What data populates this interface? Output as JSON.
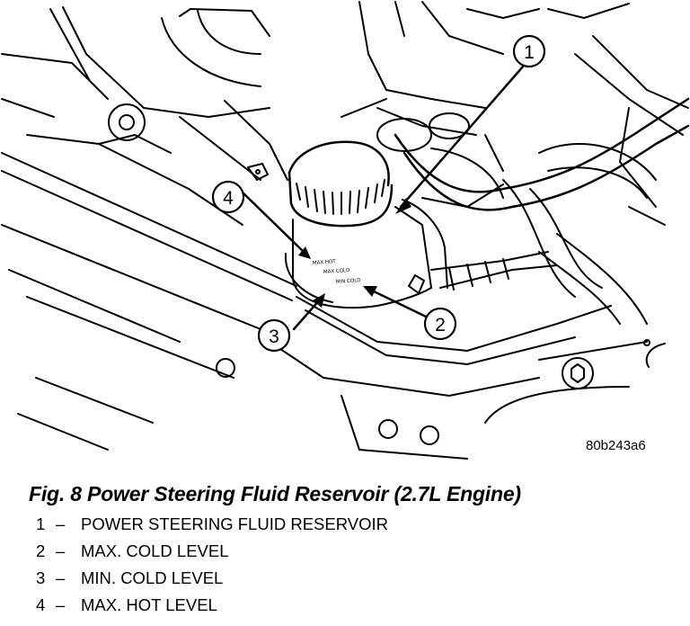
{
  "figure_code": "80b243a6",
  "caption": "Fig. 8 Power Steering Fluid Reservoir (2.7L Engine)",
  "callouts": [
    "1",
    "2",
    "3",
    "4"
  ],
  "reservoir_marks": [
    "MAX HOT",
    "MAX COLD",
    "MIN COLD"
  ],
  "legend": [
    {
      "num": "1",
      "dash": "–",
      "text": "POWER STEERING FLUID RESERVOIR"
    },
    {
      "num": "2",
      "dash": "–",
      "text": "MAX. COLD LEVEL"
    },
    {
      "num": "3",
      "dash": "–",
      "text": "MIN. COLD LEVEL"
    },
    {
      "num": "4",
      "dash": "–",
      "text": "MAX. HOT LEVEL"
    }
  ]
}
